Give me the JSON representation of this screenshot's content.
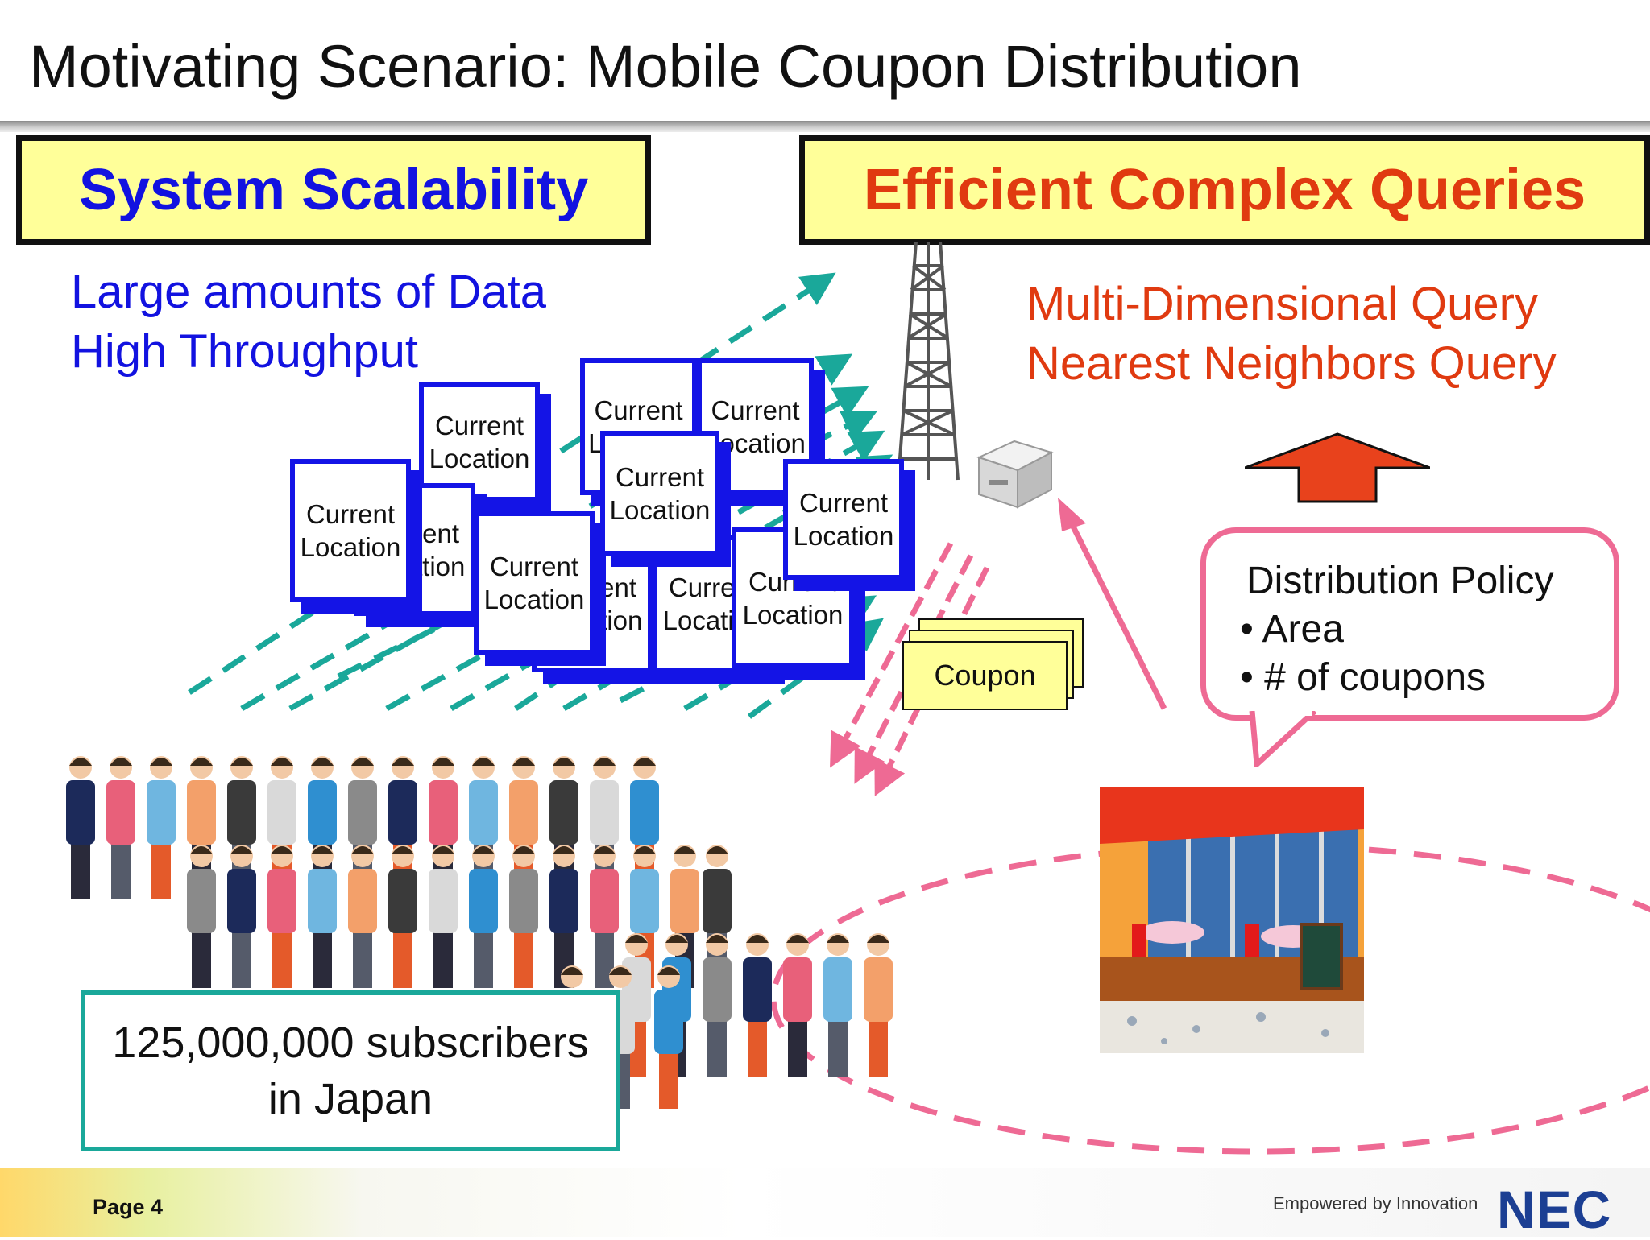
{
  "title": "Motivating Scenario: Mobile Coupon Distribution",
  "left_header": "System Scalability",
  "right_header": "Efficient Complex Queries",
  "left_points": [
    "Large amounts of Data",
    "High Throughput"
  ],
  "right_points": [
    "Multi-Dimensional Query",
    "Nearest Neighbors Query"
  ],
  "location_card": {
    "line1": "Current",
    "line2": "Location"
  },
  "coupon_label": "Coupon",
  "policy": {
    "title": "Distribution Policy",
    "items": [
      "Area",
      "# of coupons"
    ]
  },
  "subscribers": {
    "line1": "125,000,000 subscribers",
    "line2": "in Japan"
  },
  "footer": {
    "page": "Page 4",
    "tagline": "Empowered by Innovation",
    "logo": "NEC"
  },
  "colors": {
    "blue": "#1212e0",
    "red": "#e03a10",
    "yellow": "#ffff99",
    "teal": "#1aa89a",
    "pink": "#ee6a94",
    "arrow_red": "#e8421c"
  }
}
